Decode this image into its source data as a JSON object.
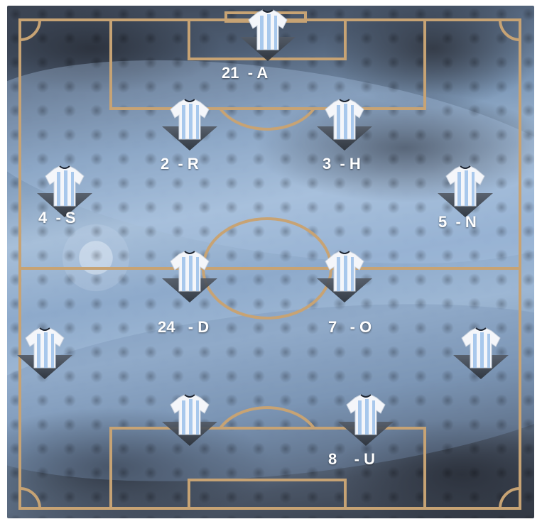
{
  "colors": {
    "pitch_lines": "#c7a374",
    "label_text": "#ffffff",
    "jersey_stripe": "#a8c8ec"
  },
  "icon": "football-jersey-icon",
  "players": [
    {
      "id": "gk",
      "label": "21  - A"
    },
    {
      "id": "cb-left",
      "label": "2  - R"
    },
    {
      "id": "cb-right",
      "label": "3  - H"
    },
    {
      "id": "lb",
      "label": "4  - S"
    },
    {
      "id": "rb",
      "label": "5  - N"
    },
    {
      "id": "cm-left",
      "label": "24   - D"
    },
    {
      "id": "cm-right",
      "label": "7   - O"
    },
    {
      "id": "lw",
      "label": ""
    },
    {
      "id": "rw",
      "label": ""
    },
    {
      "id": "st-left",
      "label": ""
    },
    {
      "id": "st-right",
      "label": "8    - U"
    }
  ]
}
